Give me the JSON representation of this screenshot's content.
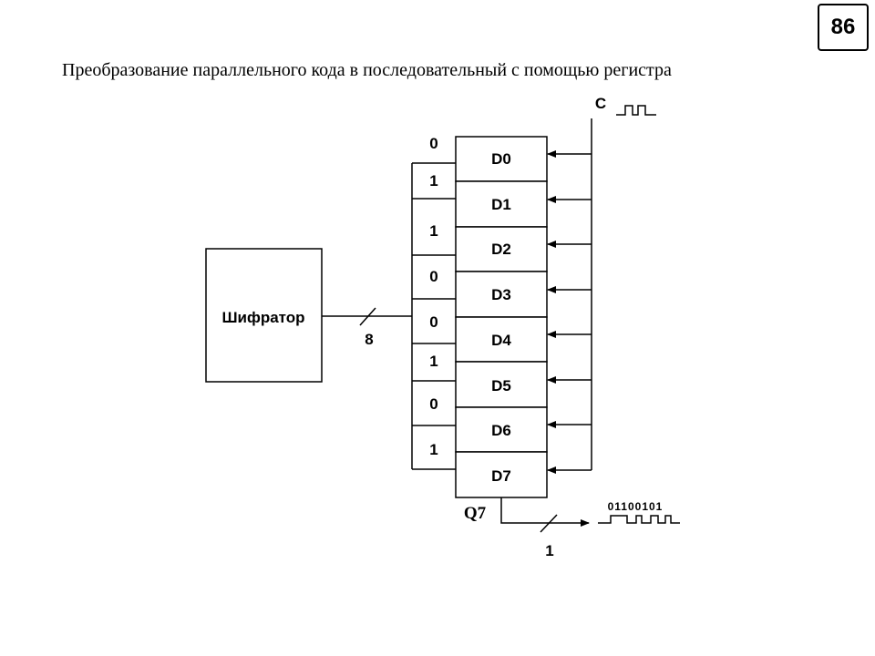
{
  "page_number": "86",
  "title": "Преобразование параллельного кода в последовательный с помощью регистра",
  "encoder_label": "Шифратор",
  "bus_width_label": "8",
  "clock_label": "C",
  "register_cells": [
    "D0",
    "D1",
    "D2",
    "D3",
    "D4",
    "D5",
    "D6",
    "D7"
  ],
  "input_bits": [
    "0",
    "1",
    "1",
    "0",
    "0",
    "1",
    "0",
    "1"
  ],
  "output_label": "Q7",
  "output_width_label": "1",
  "serial_sequence": "01100101"
}
